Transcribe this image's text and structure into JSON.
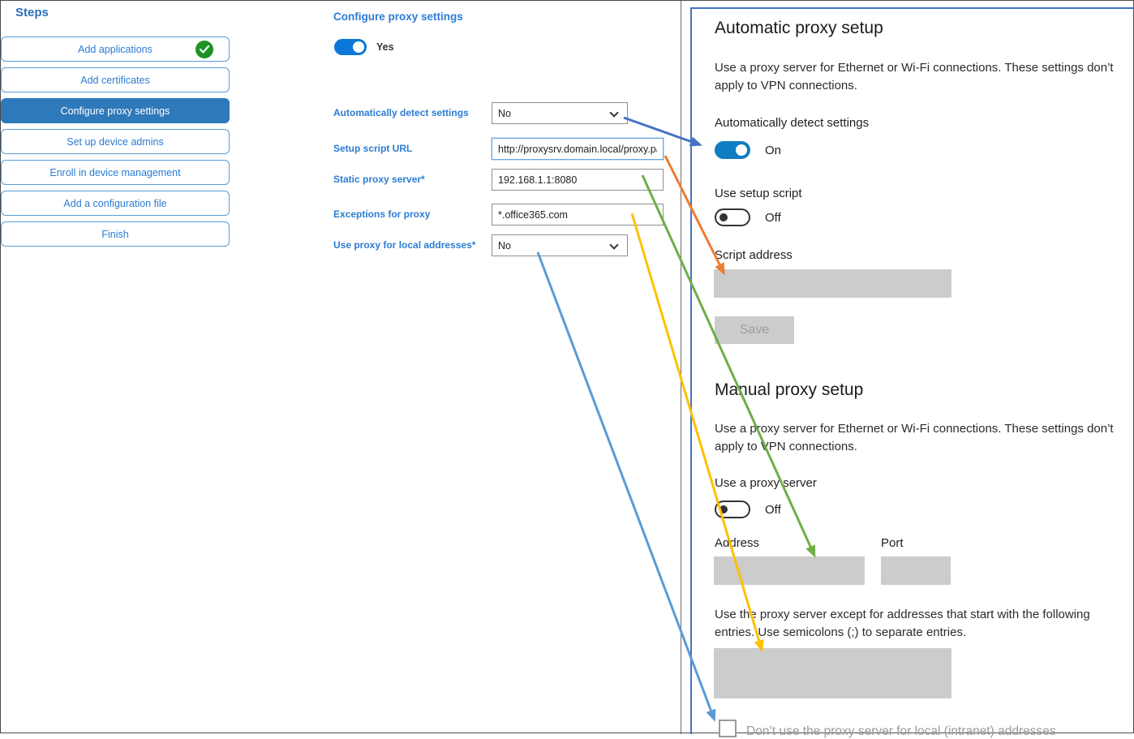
{
  "sidebar": {
    "title": "Steps",
    "items": [
      {
        "label": "Add applications",
        "status": "completed"
      },
      {
        "label": "Add certificates",
        "status": "normal"
      },
      {
        "label": "Configure proxy settings",
        "status": "active"
      },
      {
        "label": "Set up device admins",
        "status": "normal"
      },
      {
        "label": "Enroll in device management",
        "status": "normal"
      },
      {
        "label": "Add a configuration file",
        "status": "normal"
      },
      {
        "label": "Finish",
        "status": "normal"
      }
    ]
  },
  "form": {
    "title": "Configure proxy settings",
    "enabled_toggle": {
      "state": "on",
      "label": "Yes"
    },
    "fields": [
      {
        "label": "Automatically detect settings",
        "type": "select",
        "value": "No"
      },
      {
        "label": "Setup script URL",
        "type": "text",
        "value": "http://proxysrv.domain.local/proxy.pa"
      },
      {
        "label": "Static proxy server*",
        "type": "text",
        "value": "192.168.1.1:8080"
      },
      {
        "label": "Exceptions for proxy",
        "type": "text",
        "value": "*.office365.com"
      },
      {
        "label": "Use proxy for local addresses*",
        "type": "select",
        "value": "No"
      }
    ]
  },
  "settings": {
    "automatic": {
      "heading": "Automatic proxy setup",
      "description": "Use a proxy server for Ethernet or Wi-Fi connections. These settings don’t apply to VPN connections.",
      "detect_label": "Automatically detect settings",
      "detect_state": "On",
      "script_toggle_label": "Use setup script",
      "script_state": "Off",
      "script_address_label": "Script address",
      "save_label": "Save"
    },
    "manual": {
      "heading": "Manual proxy setup",
      "description": "Use a proxy server for Ethernet or Wi-Fi connections. These settings don’t apply to VPN connections.",
      "use_proxy_label": "Use a proxy server",
      "use_proxy_state": "Off",
      "address_label": "Address",
      "port_label": "Port",
      "exceptions_help": "Use the proxy server except for addresses that start with the following entries. Use semicolons (;) to separate entries.",
      "local_checkbox_label": "Don’t use the proxy server for local (intranet) addresses"
    }
  },
  "colors": {
    "arrow_blue": "#4472C4",
    "arrow_orange": "#ED7D31",
    "arrow_green": "#70AD47",
    "arrow_yellow": "#FFC000",
    "arrow_lightblue": "#5B9BD5",
    "accent_blue": "#0b78d7",
    "active_step_blue": "#2e79b9",
    "disabled_gray": "#cccccc"
  }
}
